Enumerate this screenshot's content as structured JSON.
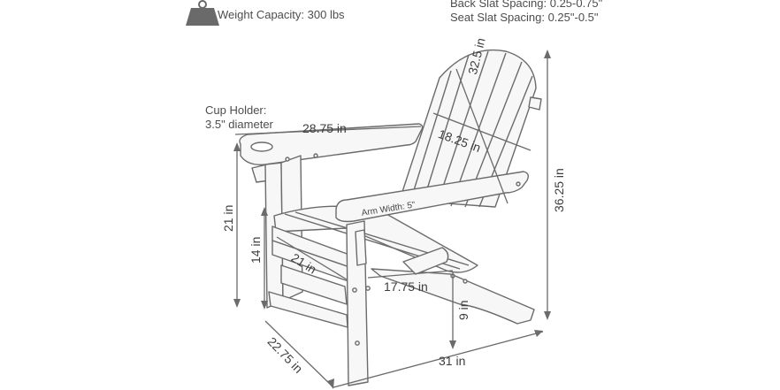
{
  "specs": {
    "weight_capacity": "Weight Capacity: 300 lbs",
    "back_slat_spacing": "Back Slat Spacing: 0.25-0.75\"",
    "seat_slat_spacing": "Seat Slat Spacing: 0.25\"-0.5\""
  },
  "cup_holder": {
    "line1": "Cup Holder:",
    "line2": "3.5\" diameter"
  },
  "dimensions": {
    "arm_length": "28.75 in",
    "back_height": "32.5 in",
    "back_width": "18.25 in",
    "total_height": "36.25 in",
    "arm_height": "21 in",
    "seat_height": "14 in",
    "seat_depth": "21 in",
    "seat_width": "17.75 in",
    "footrest_height": "9 in",
    "overall_width": "22.75 in",
    "overall_depth": "31 in",
    "arm_width": "Arm Width: 5\""
  },
  "icons": {
    "weight": "weight-icon"
  },
  "colors": {
    "line": "#6b6b6b",
    "fill": "#f7f7f7",
    "icon": "#6a6a6a"
  }
}
